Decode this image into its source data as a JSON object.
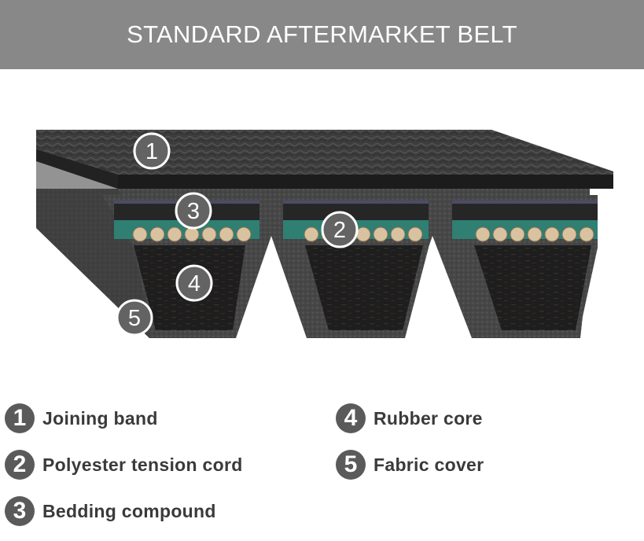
{
  "title": "STANDARD AFTERMARKET BELT",
  "diagram_markers": [
    "1",
    "3",
    "2",
    "4",
    "5"
  ],
  "legend": [
    {
      "number": "1",
      "label": "Joining band"
    },
    {
      "number": "2",
      "label": "Polyester tension cord"
    },
    {
      "number": "3",
      "label": "Bedding compound"
    },
    {
      "number": "4",
      "label": "Rubber core"
    },
    {
      "number": "5",
      "label": "Fabric cover"
    }
  ],
  "colors": {
    "header": "#888888",
    "badge": "#5a5a5a",
    "belt_dark": "#222222",
    "fabric": "#4a4a4a",
    "bedding_green": "#2f7f73",
    "cord": "#d9c2a0"
  }
}
